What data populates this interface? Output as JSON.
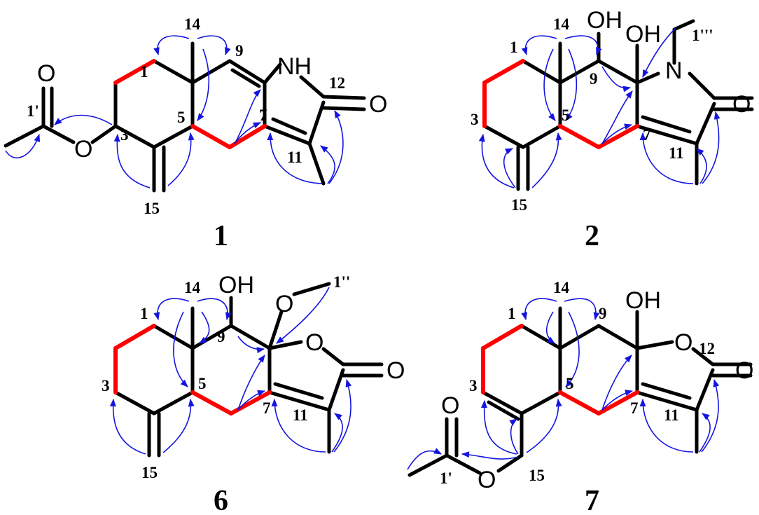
{
  "colors": {
    "bond": "#000000",
    "cosy_bond": "#ff0000",
    "hmbc_arrow": "#1515e0"
  },
  "compounds": [
    {
      "id": "1",
      "atoms": {
        "nh": "NH",
        "o_carbonyl": "O",
        "o_ester": "O",
        "o_acetyl": "O"
      },
      "numbers": {
        "n1": "1",
        "n3": "3",
        "n5": "5",
        "n7": "7",
        "n9": "9",
        "n11": "11",
        "n12": "12",
        "n14": "14",
        "n15": "15",
        "n1p": "1'"
      }
    },
    {
      "id": "2",
      "atoms": {
        "oh9": "OH",
        "oh8": "OH",
        "n": "N",
        "o_carbonyl": "O"
      },
      "numbers": {
        "n1": "1",
        "n3": "3",
        "n5": "5",
        "n7": "7",
        "n9": "9",
        "n11": "11",
        "n14": "14",
        "n15": "15",
        "n1ppp": "1'''"
      }
    },
    {
      "id": "6",
      "atoms": {
        "oh9": "OH",
        "o_methoxy": "O",
        "o_ring": "O",
        "o_carbonyl": "O"
      },
      "numbers": {
        "n1": "1",
        "n3": "3",
        "n5": "5",
        "n7": "7",
        "n9": "9",
        "n11": "11",
        "n14": "14",
        "n15": "15",
        "n1pp": "1''"
      }
    },
    {
      "id": "7",
      "atoms": {
        "oh8": "OH",
        "o_ring": "O",
        "o_carbonyl": "O",
        "o_ester": "O",
        "o_acetyl": "O"
      },
      "numbers": {
        "n1": "1",
        "n3": "3",
        "n5": "5",
        "n7": "7",
        "n9": "9",
        "n11": "11",
        "n12": "12",
        "n14": "14",
        "n15": "15",
        "n1p": "1'"
      }
    }
  ]
}
